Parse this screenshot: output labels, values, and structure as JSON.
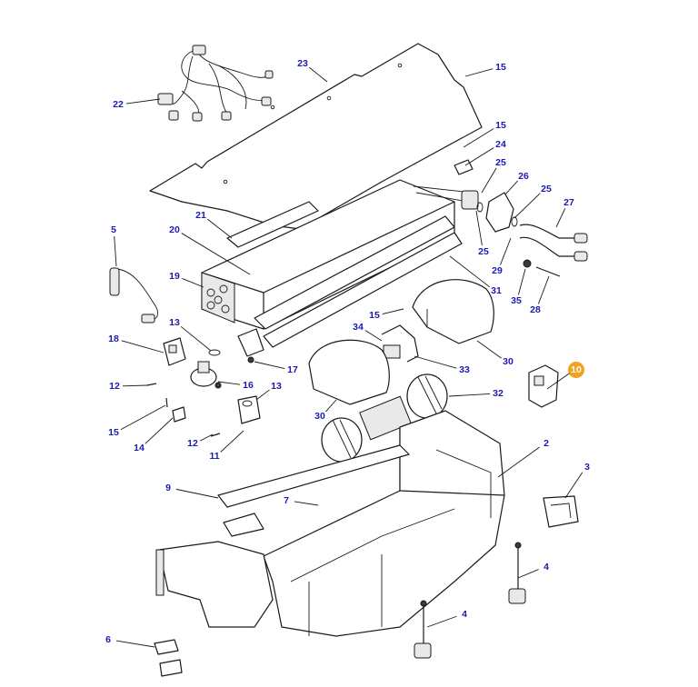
{
  "callouts": [
    {
      "label": "23"
    },
    {
      "label": "15"
    },
    {
      "label": "22"
    },
    {
      "label": "15"
    },
    {
      "label": "24"
    },
    {
      "label": "25"
    },
    {
      "label": "26"
    },
    {
      "label": "25"
    },
    {
      "label": "27"
    },
    {
      "label": "21"
    },
    {
      "label": "20"
    },
    {
      "label": "5"
    },
    {
      "label": "25"
    },
    {
      "label": "29"
    },
    {
      "label": "19"
    },
    {
      "label": "31"
    },
    {
      "label": "35"
    },
    {
      "label": "28"
    },
    {
      "label": "13"
    },
    {
      "label": "15"
    },
    {
      "label": "34"
    },
    {
      "label": "18"
    },
    {
      "label": "17"
    },
    {
      "label": "33"
    },
    {
      "label": "30"
    },
    {
      "label": "16"
    },
    {
      "label": "13"
    },
    {
      "label": "12"
    },
    {
      "label": "10",
      "highlighted": true
    },
    {
      "label": "32"
    },
    {
      "label": "15"
    },
    {
      "label": "30"
    },
    {
      "label": "14"
    },
    {
      "label": "12"
    },
    {
      "label": "11"
    },
    {
      "label": "2"
    },
    {
      "label": "3"
    },
    {
      "label": "9"
    },
    {
      "label": "7"
    },
    {
      "label": "4"
    },
    {
      "label": "4"
    },
    {
      "label": "6"
    }
  ],
  "colors": {
    "callout_text": "#1a1ab4",
    "highlight": "#f2a21e",
    "line": "#1a1a1a"
  }
}
